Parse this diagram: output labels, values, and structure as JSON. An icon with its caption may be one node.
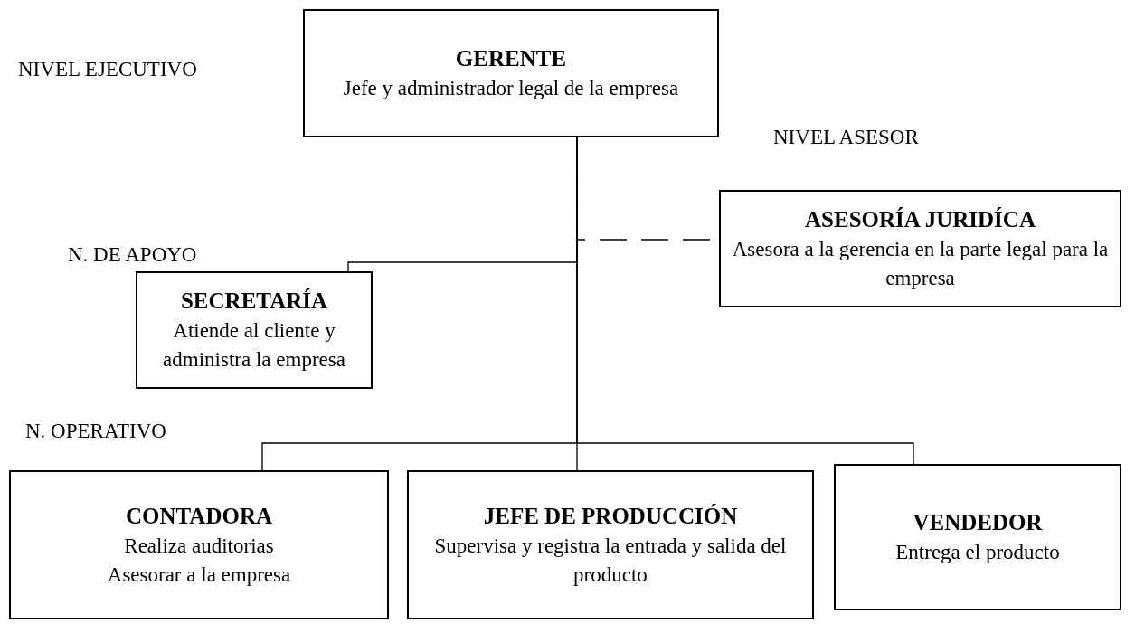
{
  "diagram": {
    "nodes": [
      {
        "text": [
          "GERENTE",
          "Jefe y administrador legal de la empresa"
        ]
      },
      {
        "text": [
          "ASESORÍA JURIDÍCA",
          "Asesora a la gerencia en la parte legal para la empresa"
        ]
      },
      {
        "text": [
          "SECRETARÍA",
          "Atiende al cliente y administra la empresa"
        ]
      },
      {
        "text": [
          "CONTADORA",
          "Realiza auditorias",
          "Asesorar a la empresa"
        ]
      },
      {
        "text": [
          "JEFE DE PRODUCCIÓN",
          "Supervisa y registra la entrada y salida del producto"
        ]
      },
      {
        "text": [
          "VENDEDOR",
          "Entrega el producto"
        ]
      }
    ],
    "edges": [
      {
        "from": 0,
        "to": 1,
        "arrow": "none",
        "style": "dashed"
      },
      {
        "from": 0,
        "to": 2,
        "arrow": "none"
      },
      {
        "from": 0,
        "to": 3,
        "arrow": "none"
      },
      {
        "from": 0,
        "to": 4,
        "arrow": "none"
      },
      {
        "from": 0,
        "to": 5,
        "arrow": "none"
      }
    ],
    "labels": [
      "NIVEL EJECUTIVO",
      "NIVEL ASESOR",
      "N. DE APOYO",
      "N. OPERATIVO"
    ]
  }
}
